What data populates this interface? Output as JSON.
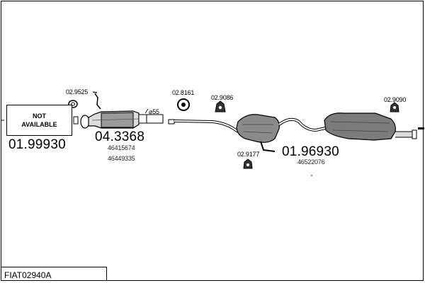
{
  "diagram": {
    "code": "FIAT02940A",
    "not_available": {
      "line1": "NOT",
      "line2": "AVAILABLE",
      "ref": "01.99930"
    },
    "catalyst": {
      "ref": "04.3368",
      "oem1": "46415674",
      "oem2": "46449335"
    },
    "pipe_diameter": "⌀55",
    "clamps": {
      "a": "02.9525",
      "b": "02.8161",
      "c": "02.9086",
      "d": "02.9177",
      "e": "02.9090"
    },
    "muffler": {
      "ref": "01.96930",
      "oem": "46522076"
    },
    "colors": {
      "line": "#000000",
      "part_fill": "#777777",
      "part_dark": "#333333"
    }
  }
}
